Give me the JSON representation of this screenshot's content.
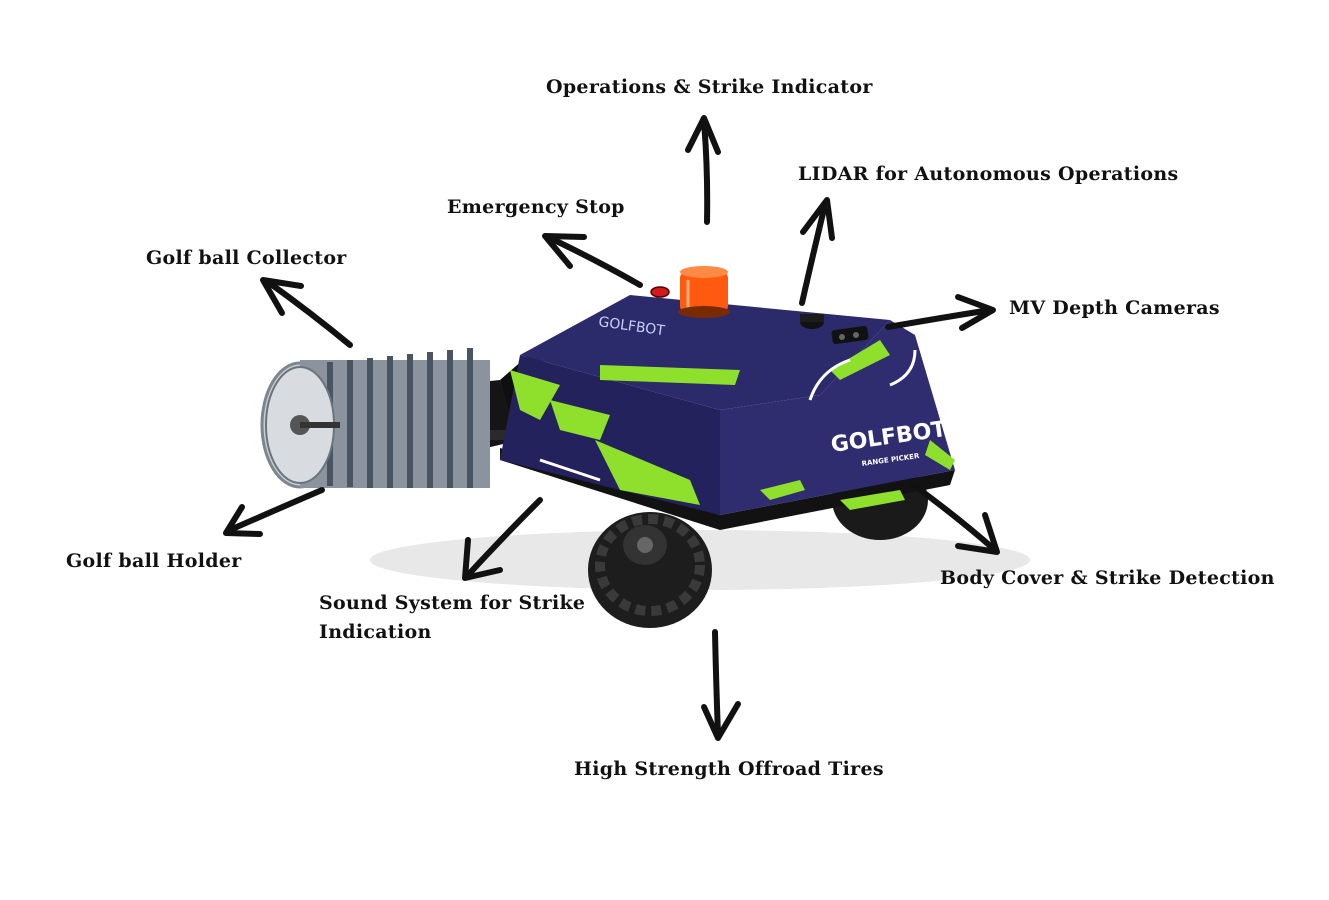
{
  "labels": {
    "operations_indicator": "Operations & Strike Indicator",
    "lidar": "LIDAR for Autonomous Operations",
    "emergency_stop": "Emergency Stop",
    "golf_ball_collector": "Golf ball Collector",
    "mv_depth_cameras": "MV Depth Cameras",
    "golf_ball_holder": "Golf ball Holder",
    "sound_system": "Sound System for Strike\nIndication",
    "body_cover": "Body Cover & Strike Detection",
    "offroad_tires": "High Strength Offroad Tires"
  },
  "robot": {
    "brand_text": "GOLFBOT",
    "sub_text": "RANGE PICKER"
  },
  "colors": {
    "body_navy": "#26245e",
    "accent_green": "#8ee02c",
    "beacon_orange": "#ff5a10",
    "chassis_black": "#151515",
    "roller_steel": "#9aa3ad"
  }
}
